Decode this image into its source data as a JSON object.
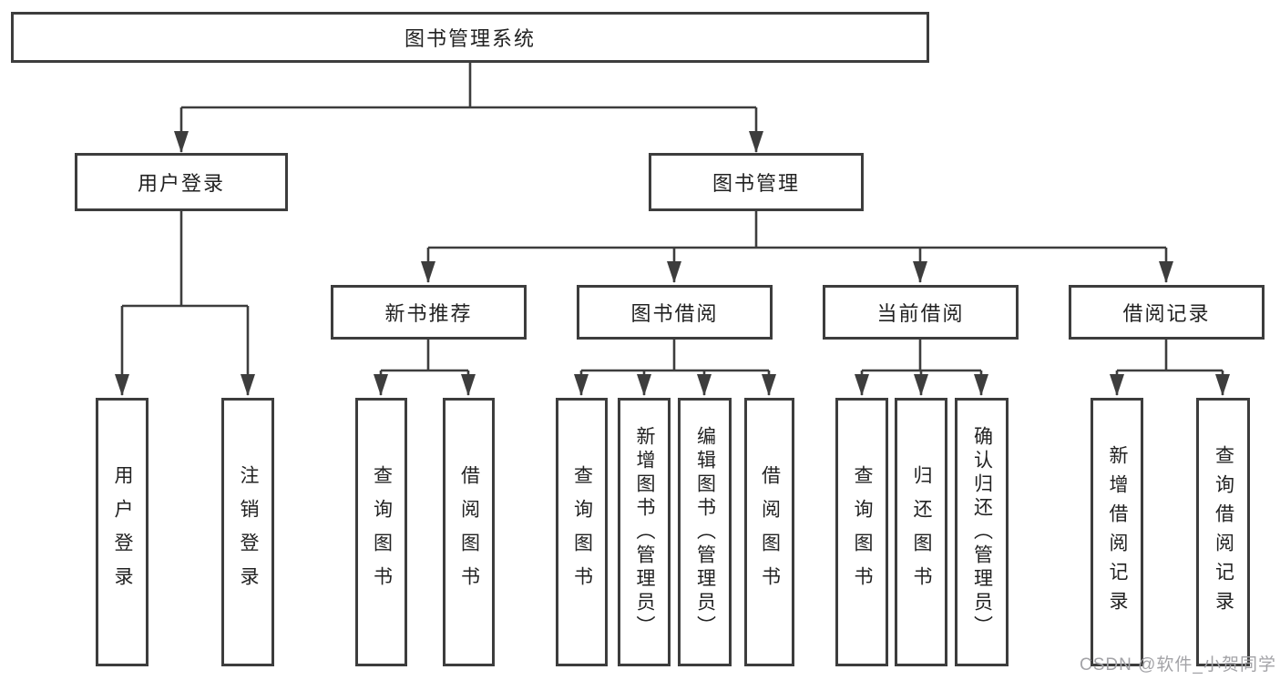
{
  "nodes": {
    "root": {
      "label": "图书管理系统"
    },
    "level2": [
      {
        "label": "用户登录"
      },
      {
        "label": "图书管理"
      }
    ],
    "level3": [
      {
        "label": "新书推荐"
      },
      {
        "label": "图书借阅"
      },
      {
        "label": "当前借阅"
      },
      {
        "label": "借阅记录"
      }
    ],
    "leaves": [
      {
        "label": "用户登录"
      },
      {
        "label": "注销登录"
      },
      {
        "label": "查询图书"
      },
      {
        "label": "借阅图书"
      },
      {
        "label": "查询图书"
      },
      {
        "label": "新增图书（管理员）"
      },
      {
        "label": "编辑图书（管理员）"
      },
      {
        "label": "借阅图书"
      },
      {
        "label": "查询图书"
      },
      {
        "label": "归还图书"
      },
      {
        "label": "确认归还（管理员）"
      },
      {
        "label": "新增借阅记录"
      },
      {
        "label": "查询借阅记录"
      }
    ]
  },
  "watermark": "CSDN @软件_小贺同学",
  "colors": {
    "line": "#3d3d3d",
    "border": "#3d3d3d",
    "text": "#222222",
    "watermark": "#a3a3a7",
    "background": "#ffffff"
  }
}
